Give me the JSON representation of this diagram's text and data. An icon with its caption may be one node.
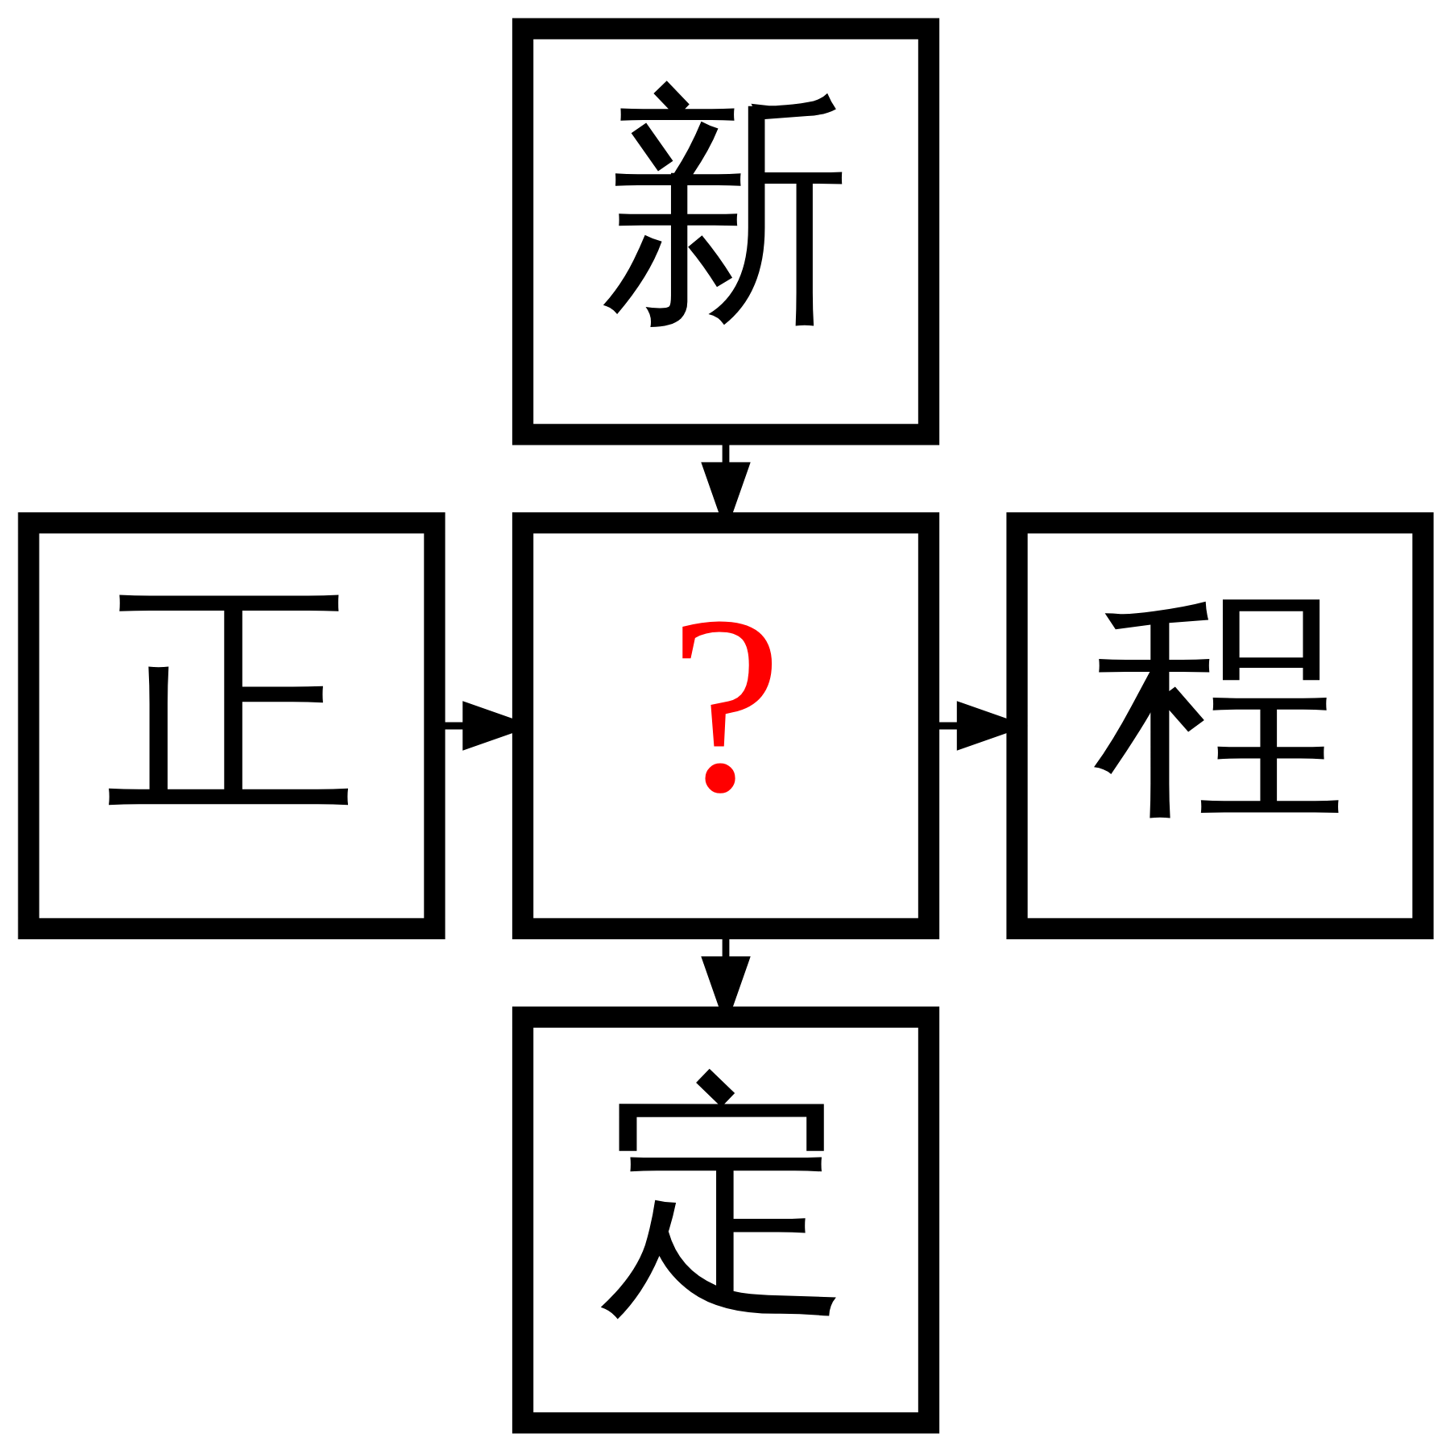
{
  "diagram": {
    "nodes": [
      {
        "text": [
          "新"
        ]
      },
      {
        "text": [
          "正"
        ]
      },
      {
        "text": [
          "?"
        ]
      },
      {
        "text": [
          "程"
        ]
      },
      {
        "text": [
          "定"
        ]
      }
    ],
    "edges": [
      {
        "from": 0,
        "to": 2,
        "arrow": "to"
      },
      {
        "from": 1,
        "to": 2,
        "arrow": "to"
      },
      {
        "from": 2,
        "to": 3,
        "arrow": "to"
      },
      {
        "from": 2,
        "to": 4,
        "arrow": "to"
      }
    ]
  }
}
